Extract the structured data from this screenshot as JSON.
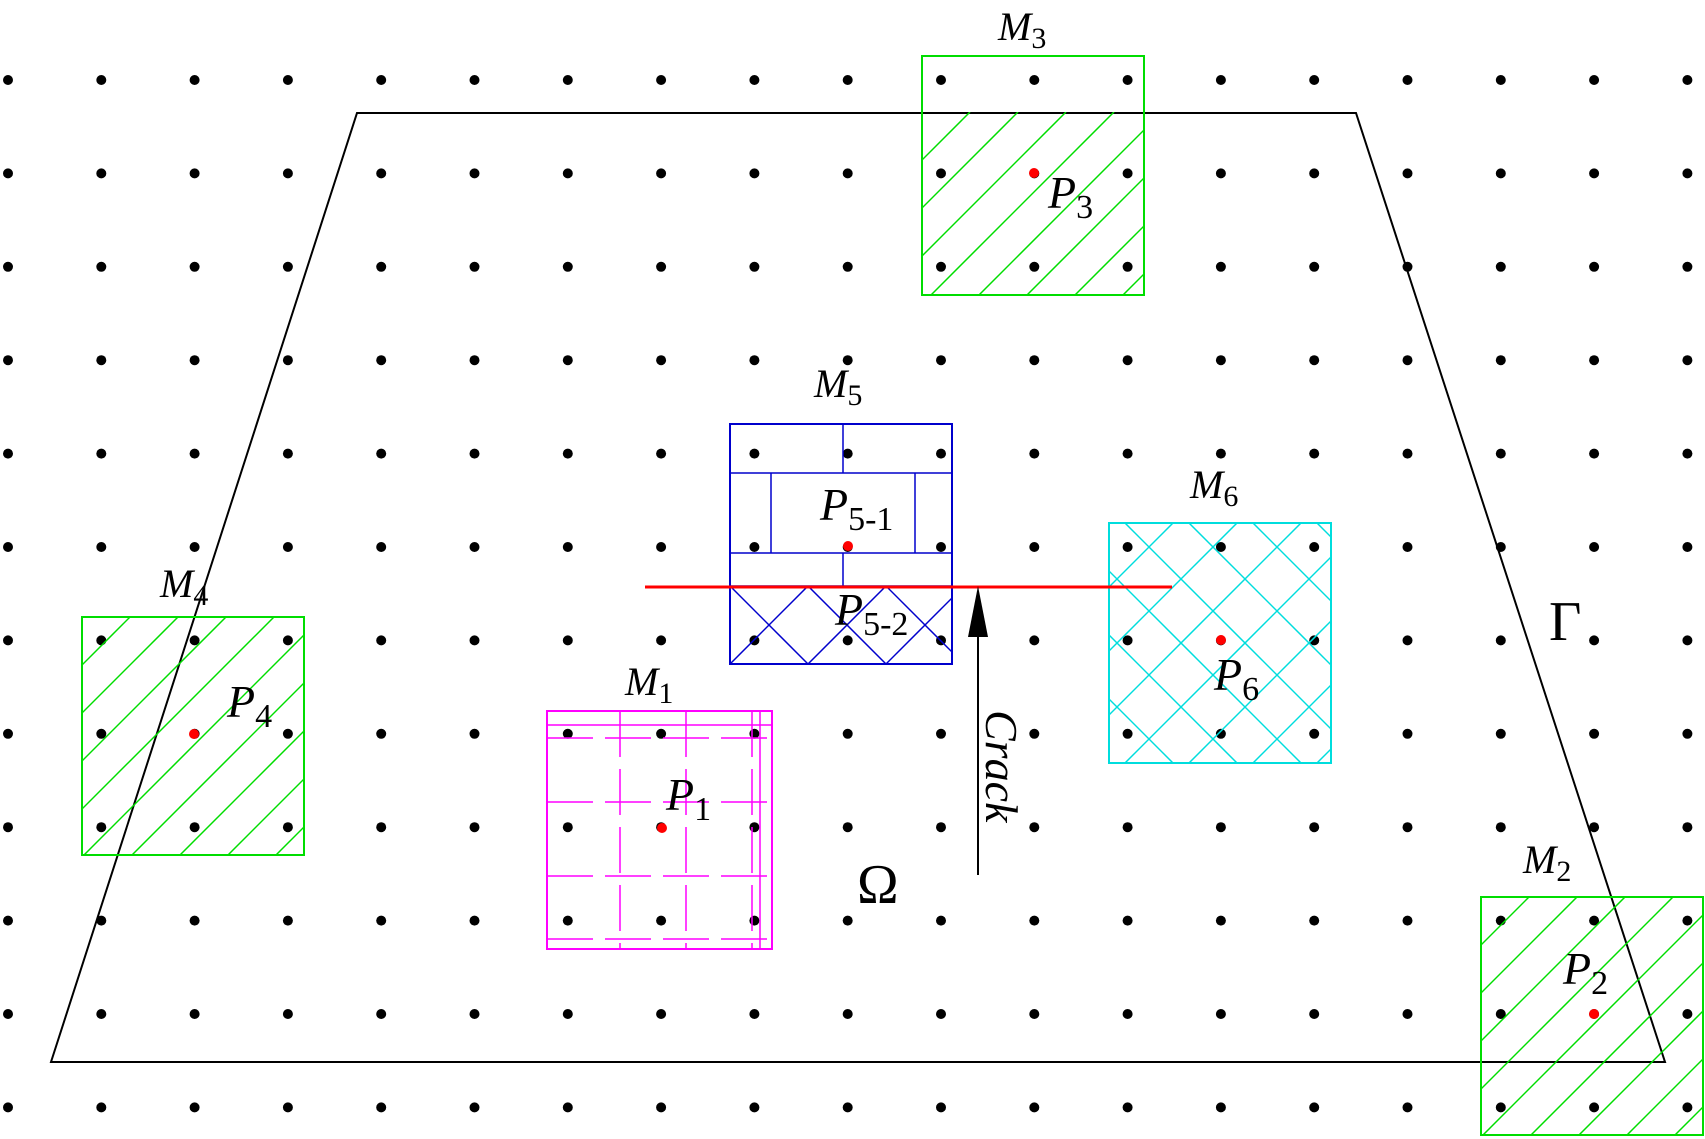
{
  "colors": {
    "boundary": "#000000",
    "node": "#000000",
    "center": "#ff0000",
    "crack": "#ff0000",
    "green": "#00dd00",
    "blue": "#0000cc",
    "magenta": "#ff00ff",
    "cyan": "#00dddd"
  },
  "labels": {
    "omega": "Ω",
    "gamma": "Γ",
    "crack": "Crack"
  },
  "domains": [
    {
      "id": "M1",
      "base": "M",
      "sub": "1",
      "point_base": "P",
      "point_sub": "1",
      "color": "magenta"
    },
    {
      "id": "M2",
      "base": "M",
      "sub": "2",
      "point_base": "P",
      "point_sub": "2",
      "color": "green"
    },
    {
      "id": "M3",
      "base": "M",
      "sub": "3",
      "point_base": "P",
      "point_sub": "3",
      "color": "green"
    },
    {
      "id": "M4",
      "base": "M",
      "sub": "4",
      "point_base": "P",
      "point_sub": "4",
      "color": "green"
    },
    {
      "id": "M5",
      "base": "M",
      "sub": "5",
      "point_base": "P",
      "point_sub": "5-1",
      "point2_base": "P",
      "point2_sub": "5-2",
      "color": "blue"
    },
    {
      "id": "M6",
      "base": "M",
      "sub": "6",
      "point_base": "P",
      "point_sub": "6",
      "color": "cyan"
    }
  ]
}
